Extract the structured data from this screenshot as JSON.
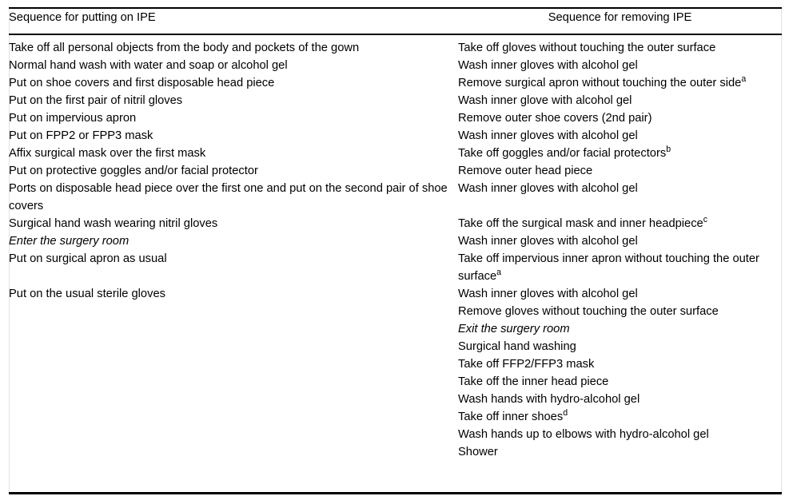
{
  "table": {
    "headers": {
      "left": "Sequence for putting on IPE",
      "right": "Sequence for removing IPE"
    },
    "rows": [
      {
        "left": "Take off all personal objects from the body and pockets of the gown",
        "left_italic": false,
        "right": "Take off gloves without touching the outer surface",
        "right_italic": false,
        "right_sup": ""
      },
      {
        "left": "Normal hand wash with water and soap or alcohol gel",
        "left_italic": false,
        "right": "Wash inner gloves with alcohol gel",
        "right_italic": false,
        "right_sup": ""
      },
      {
        "left": "Put on shoe covers and first disposable head piece",
        "left_italic": false,
        "right": "Remove surgical apron without touching the outer side",
        "right_italic": false,
        "right_sup": "a"
      },
      {
        "left": "Put on the first pair of nitril gloves",
        "left_italic": false,
        "right": "Wash inner glove with alcohol gel",
        "right_italic": false,
        "right_sup": ""
      },
      {
        "left": "Put on impervious apron",
        "left_italic": false,
        "right": "Remove outer shoe covers (2nd pair)",
        "right_italic": false,
        "right_sup": ""
      },
      {
        "left": "Put on FPP2 or FPP3 mask",
        "left_italic": false,
        "right": "Wash inner gloves with alcohol gel",
        "right_italic": false,
        "right_sup": ""
      },
      {
        "left": "Affix surgical mask over the first mask",
        "left_italic": false,
        "right": "Take off goggles and/or facial protectors",
        "right_italic": false,
        "right_sup": "b"
      },
      {
        "left": "Put on protective goggles and/or facial protector",
        "left_italic": false,
        "right": "Remove outer head piece",
        "right_italic": false,
        "right_sup": ""
      },
      {
        "left": "Ports on disposable head piece over the first one and put on the second pair of shoe covers",
        "left_italic": false,
        "right": "Wash inner gloves with alcohol gel",
        "right_italic": false,
        "right_sup": ""
      },
      {
        "left": "Surgical hand wash wearing nitril gloves",
        "left_italic": false,
        "right": "Take off the surgical mask and inner headpiece",
        "right_italic": false,
        "right_sup": "c"
      },
      {
        "left": "Enter the surgery room",
        "left_italic": true,
        "right": "Wash inner gloves with alcohol gel",
        "right_italic": false,
        "right_sup": ""
      },
      {
        "left": "Put on surgical apron as usual",
        "left_italic": false,
        "right": "Take off impervious inner apron without touching the outer surface",
        "right_italic": false,
        "right_sup": "a"
      },
      {
        "left": "Put on the usual sterile gloves",
        "left_italic": false,
        "right": "Wash inner gloves with alcohol gel",
        "right_italic": false,
        "right_sup": ""
      },
      {
        "left": "",
        "left_italic": false,
        "right": "Remove gloves without touching the outer surface",
        "right_italic": false,
        "right_sup": ""
      },
      {
        "left": "",
        "left_italic": false,
        "right": "Exit the surgery room",
        "right_italic": true,
        "right_sup": ""
      },
      {
        "left": "",
        "left_italic": false,
        "right": "Surgical hand washing",
        "right_italic": false,
        "right_sup": ""
      },
      {
        "left": "",
        "left_italic": false,
        "right": "Take off FFP2/FFP3 mask",
        "right_italic": false,
        "right_sup": ""
      },
      {
        "left": "",
        "left_italic": false,
        "right": "Take off the inner head piece",
        "right_italic": false,
        "right_sup": ""
      },
      {
        "left": "",
        "left_italic": false,
        "right": "Wash hands with hydro-alcohol gel",
        "right_italic": false,
        "right_sup": ""
      },
      {
        "left": "",
        "left_italic": false,
        "right": "Take off inner shoes",
        "right_italic": false,
        "right_sup": "d"
      },
      {
        "left": "",
        "left_italic": false,
        "right": "Wash hands up to elbows with hydro-alcohol gel",
        "right_italic": false,
        "right_sup": ""
      },
      {
        "left": "",
        "left_italic": false,
        "right": "Shower",
        "right_italic": false,
        "right_sup": ""
      }
    ]
  }
}
